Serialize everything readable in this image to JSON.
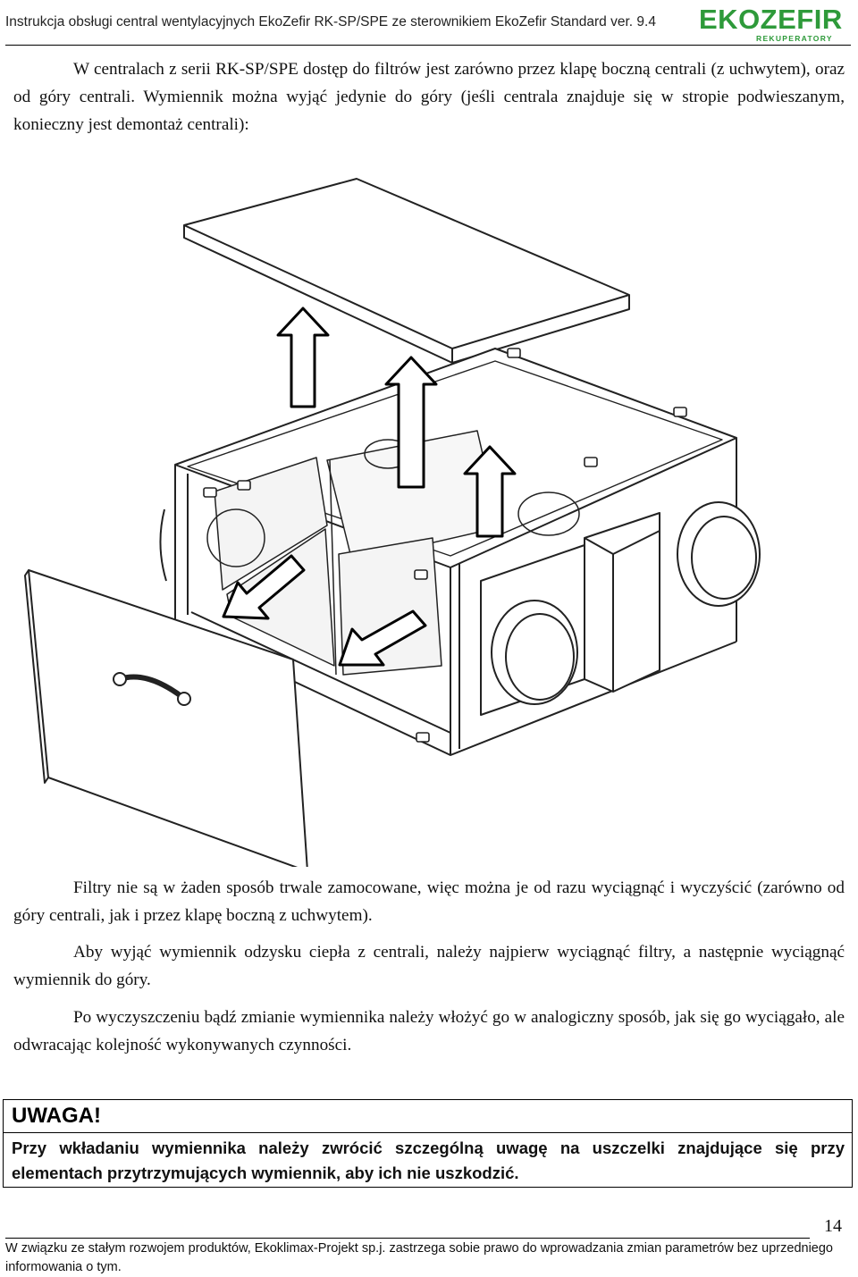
{
  "header": {
    "title": "Instrukcja obsługi central wentylacyjnych EkoZefir RK-SP/SPE ze sterownikiem EkoZefir Standard ver. 9.4",
    "logo_text": "EKOZEFIR",
    "logo_subtext": "REKUPERATORY"
  },
  "body": {
    "intro": "W centralach z serii RK-SP/SPE dostęp do filtrów jest zarówno przez klapę boczną centrali (z uchwytem), oraz od góry centrali. Wymiennik można wyjąć jedynie do góry (jeśli centrala znajduje się w stropie podwieszanym, konieczny jest demontaż centrali):",
    "paragraph_1": "Filtry nie są w żaden sposób trwale zamocowane, więc można je od razu wyciągnąć i wyczyścić (zarówno od góry centrali, jak i przez klapę boczną z uchwytem).",
    "paragraph_2": "Aby wyjąć wymiennik odzysku ciepła z centrali, należy najpierw wyciągnąć filtry, a następnie wyciągnąć wymiennik do góry.",
    "paragraph_3": "Po wyczyszczeniu bądź zmianie wymiennika należy włożyć go w analogiczny sposób, jak się go wyciągało, ale odwracając kolejność wykonywanych czynności."
  },
  "warning": {
    "title": "UWAGA!",
    "text": "Przy wkładaniu wymiennika należy zwrócić szczególną uwagę na uszczelki znajdujące się przy elementach przytrzymujących wymiennik, aby ich nie uszkodzić."
  },
  "footer": {
    "page_number": "14",
    "text": "W związku ze stałym rozwojem produktów, Ekoklimax-Projekt sp.j. zastrzega sobie prawo do wprowadzania zmian parametrów bez uprzedniego informowania o tym."
  },
  "colors": {
    "logo_green": "#2e9a3a",
    "text": "#111111",
    "line_art": "#222222"
  },
  "icons": [
    "logo-leaf-icon",
    "arrow-up-icon",
    "arrow-down-left-icon"
  ]
}
